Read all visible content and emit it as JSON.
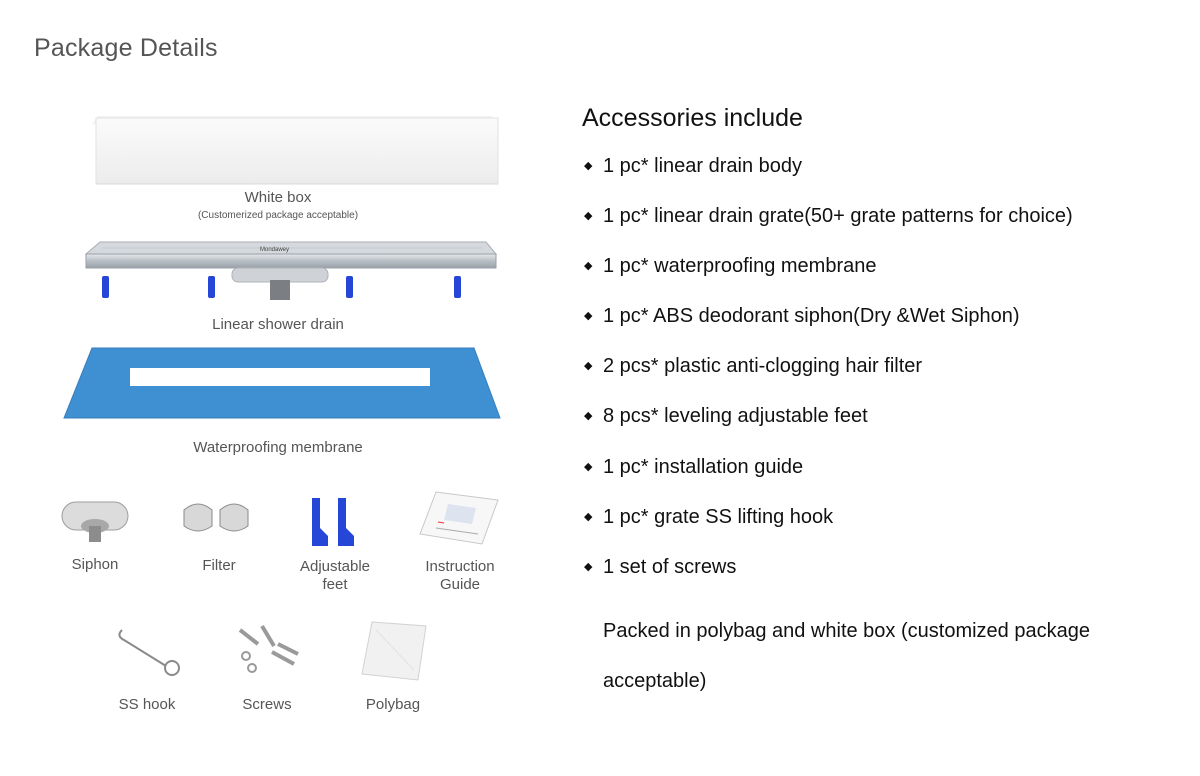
{
  "header": {
    "title": "Package Details"
  },
  "left_panel": {
    "white_box": {
      "label": "White box",
      "sublabel": "(Customerized package acceptable)"
    },
    "drain": {
      "label": "Linear shower drain",
      "brand": "Mondawey"
    },
    "membrane": {
      "label": "Waterproofing membrane"
    },
    "parts": [
      {
        "label": "Siphon"
      },
      {
        "label": "Filter"
      },
      {
        "label_line1": "Adjustable",
        "label_line2": "feet"
      },
      {
        "label_line1": "Instruction",
        "label_line2": "Guide"
      },
      {
        "label": "SS hook"
      },
      {
        "label": "Screws"
      },
      {
        "label": "Polybag"
      }
    ]
  },
  "accessories": {
    "heading": "Accessories include",
    "bullet_glyph": "◆",
    "items": [
      "1 pc* linear drain body",
      "1 pc* linear drain grate(50+ grate patterns for choice)",
      "1 pc* waterproofing membrane",
      "1 pc* ABS deodorant siphon(Dry &Wet Siphon)",
      "2 pcs* plastic anti-clogging hair filter",
      "8 pcs* leveling adjustable feet",
      "1 pc* installation guide",
      "1 pc* grate SS lifting hook",
      "1 set of screws"
    ],
    "note_line1": "Packed in polybag and white box (customized package",
    "note_line2": "acceptable)"
  },
  "colors": {
    "membrane_blue": "#3f8fd3",
    "feet_blue": "#2546d6",
    "steel": "#b9bfc6",
    "text_gray": "#555555",
    "text_dark": "#111111"
  }
}
